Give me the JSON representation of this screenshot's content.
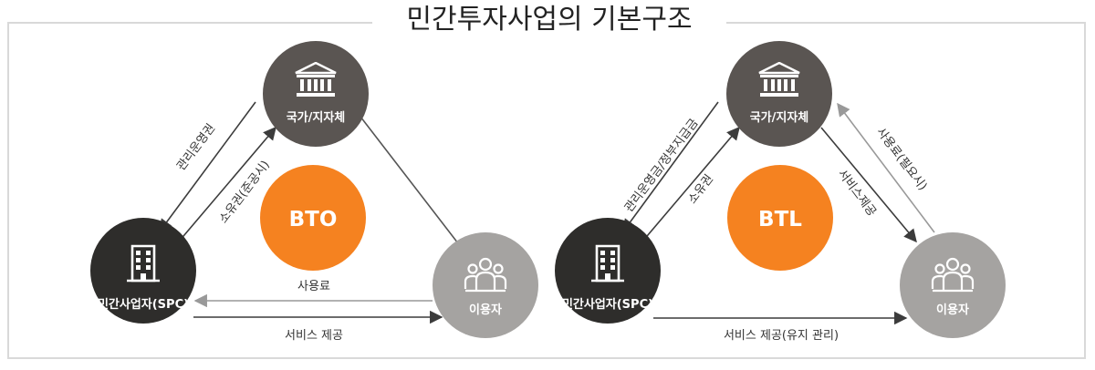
{
  "title": "민간투자사업의 기본구조",
  "colors": {
    "government": "#5a5552",
    "private": "#2e2d2b",
    "user": "#a5a3a1",
    "center": "#f58220",
    "arrow_dark": "#3c3c3c",
    "arrow_light": "#999999"
  },
  "bto": {
    "center": "BTO",
    "government": "국가/지자체",
    "private": "민간사업자(SPC)",
    "user": "이용자",
    "edge_mgmt_fee": "관리운영권",
    "edge_ownership": "소유권(준공시)",
    "edge_usage_fee": "사용료",
    "edge_service": "서비스 제공"
  },
  "btl": {
    "center": "BTL",
    "government": "국가/지자체",
    "private": "민간사업자(SPC)",
    "user": "이용자",
    "edge_mgmt_fee": "관리운영금/정부지급금",
    "edge_ownership": "소유권",
    "edge_service_gov": "서비스제공",
    "edge_usage_fee": "사용료(필요시)",
    "edge_service": "서비스 제공(유지 관리)"
  },
  "icons": {
    "government": "government-building-icon",
    "private": "office-building-icon",
    "user": "people-group-icon"
  }
}
